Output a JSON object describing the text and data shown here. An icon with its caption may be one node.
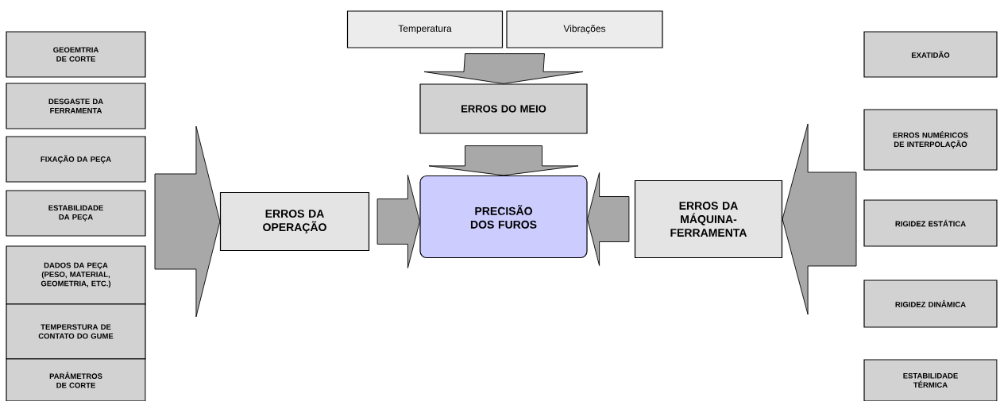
{
  "diagram": {
    "nodes": [
      {
        "text": [
          "Temperatura"
        ]
      },
      {
        "text": [
          "Vibrações"
        ]
      },
      {
        "text": [
          "ERROS DO MEIO"
        ]
      },
      {
        "text": [
          "PRECISÃO DOS FUROS"
        ]
      },
      {
        "text": [
          "ERROS DA OPERAÇÃO"
        ]
      },
      {
        "text": [
          "ERROS DA MÁQUINA-FERRAMENTA"
        ]
      },
      {
        "text": [
          "GEOEMTRIA DE CORTE"
        ]
      },
      {
        "text": [
          "DESGASTE DA FERRAMENTA"
        ]
      },
      {
        "text": [
          "FIXAÇÃO DA PEÇA"
        ]
      },
      {
        "text": [
          "ESTABILIDADE DA PEÇA"
        ]
      },
      {
        "text": [
          "DADOS DA PEÇA (PESO, MATERIAL, GEOMETRIA, ETC.)"
        ]
      },
      {
        "text": [
          "TEMPERSTURA DE CONTATO DO GUME"
        ]
      },
      {
        "text": [
          "PARÂMETROS DE CORTE"
        ]
      },
      {
        "text": [
          "EXATIDÃO"
        ]
      },
      {
        "text": [
          "ERROS NUMÉRICOS DE INTERPOLAÇÃO"
        ]
      },
      {
        "text": [
          "RIGIDEZ ESTÁTICA"
        ]
      },
      {
        "text": [
          "RIGIDEZ DINÂMICA"
        ]
      },
      {
        "text": [
          "ESTABILIDADE TÉRMICA"
        ]
      }
    ],
    "edges": [
      {
        "from": 0,
        "to": 2,
        "arrow": "to"
      },
      {
        "from": 1,
        "to": 2,
        "arrow": "to"
      },
      {
        "from": 2,
        "to": 3,
        "arrow": "to"
      },
      {
        "from": 4,
        "to": 3,
        "arrow": "to"
      },
      {
        "from": 5,
        "to": 3,
        "arrow": "to"
      },
      {
        "from": null,
        "to": 4,
        "arrow": "to"
      },
      {
        "from": null,
        "to": 5,
        "arrow": "to"
      }
    ]
  }
}
